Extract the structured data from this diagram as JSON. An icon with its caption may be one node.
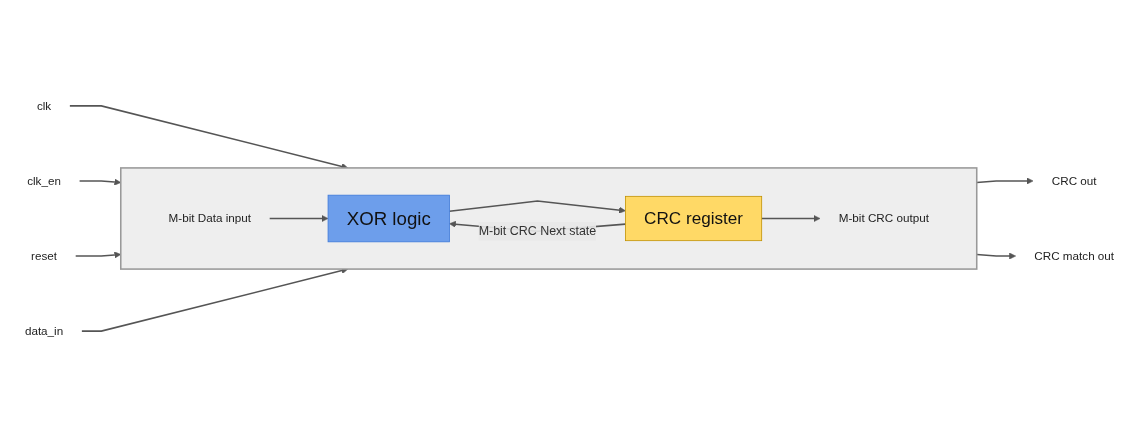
{
  "diagram": {
    "nodes": [
      {
        "text": [],
        "shape": "box"
      },
      {
        "text": [
          "clk"
        ]
      },
      {
        "text": [
          "clk_en"
        ]
      },
      {
        "text": [
          "reset"
        ]
      },
      {
        "text": [
          "data_in"
        ]
      },
      {
        "text": [
          "M-bit Data input"
        ],
        "in": 0
      },
      {
        "text": [
          "XOR logic"
        ],
        "in": 0
      },
      {
        "text": [
          "CRC register"
        ],
        "in": 0
      },
      {
        "text": [
          "M-bit CRC output"
        ],
        "in": 0
      },
      {
        "text": [
          "CRC out"
        ]
      },
      {
        "text": [
          "CRC match out"
        ]
      }
    ],
    "edges": [
      {
        "from": 1,
        "to": 0,
        "arrow": "to"
      },
      {
        "from": 2,
        "to": 0,
        "arrow": "to"
      },
      {
        "from": 3,
        "to": 0,
        "arrow": "to"
      },
      {
        "from": 4,
        "to": 0,
        "arrow": "to"
      },
      {
        "from": 5,
        "to": 6,
        "arrow": "to"
      },
      {
        "from": 6,
        "to": 7,
        "arrow": "to"
      },
      {
        "from": 7,
        "to": 8,
        "arrow": "to"
      },
      {
        "from": 7,
        "to": 6,
        "arrow": "to",
        "label": "M-bit CRC Next state"
      },
      {
        "from": 0,
        "to": 9,
        "arrow": "to"
      },
      {
        "from": 0,
        "to": 10,
        "arrow": "to"
      }
    ]
  }
}
